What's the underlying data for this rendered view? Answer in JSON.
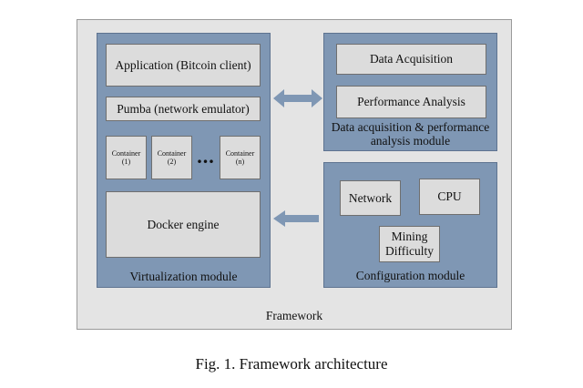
{
  "framework": {
    "label": "Framework"
  },
  "virtualization_module": {
    "label": "Virtualization module",
    "application": "Application (Bitcoin client)",
    "pumba": "Pumba (network emulator)",
    "containers": [
      {
        "name": "Container",
        "index": "(1)"
      },
      {
        "name": "Container",
        "index": "(2)"
      },
      {
        "name": "Container",
        "index": "(n)"
      }
    ],
    "ellipsis": "...",
    "docker": "Docker engine"
  },
  "data_module": {
    "label_line1": "Data acquisition & performance",
    "label_line2": "analysis  module",
    "data_acquisition": "Data Acquisition",
    "performance_analysis": "Performance Analysis"
  },
  "configuration_module": {
    "label": "Configuration module",
    "network": "Network",
    "cpu": "CPU",
    "mining_line1": "Mining",
    "mining_line2": "Difficulty"
  },
  "arrows": {
    "color": "#7f97b4"
  },
  "caption": "Fig. 1.  Framework architecture"
}
